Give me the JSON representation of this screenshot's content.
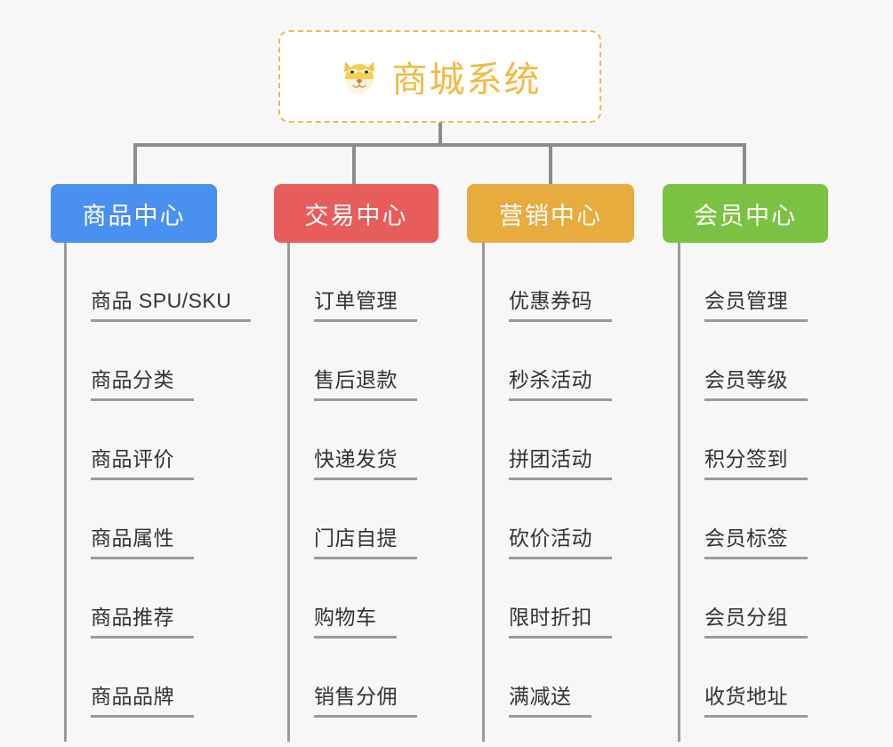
{
  "diagram": {
    "type": "mindmap-tree",
    "background_color": "#f7f7f7",
    "connector_color": "#8c8c8c"
  },
  "root": {
    "title": "商城系统",
    "icon": "shiba-dog-face-emoji",
    "icon_glyph": "🐕",
    "text_color": "#f3b941",
    "border_color": "#f0b952",
    "background_color": "#ffffff"
  },
  "branches": [
    {
      "label": "商品中心",
      "color": "#4a90f0",
      "items": [
        "商品 SPU/SKU",
        "商品分类",
        "商品评价",
        "商品属性",
        "商品推荐",
        "商品品牌"
      ]
    },
    {
      "label": "交易中心",
      "color": "#e95c5c",
      "items": [
        "订单管理",
        "售后退款",
        "快递发货",
        "门店自提",
        "购物车",
        "销售分佣"
      ]
    },
    {
      "label": "营销中心",
      "color": "#e8ab3e",
      "items": [
        "优惠券码",
        "秒杀活动",
        "拼团活动",
        "砍价活动",
        "限时折扣",
        "满减送"
      ]
    },
    {
      "label": "会员中心",
      "color": "#7cc242",
      "items": [
        "会员管理",
        "会员等级",
        "积分签到",
        "会员标签",
        "会员分组",
        "收货地址"
      ]
    }
  ]
}
